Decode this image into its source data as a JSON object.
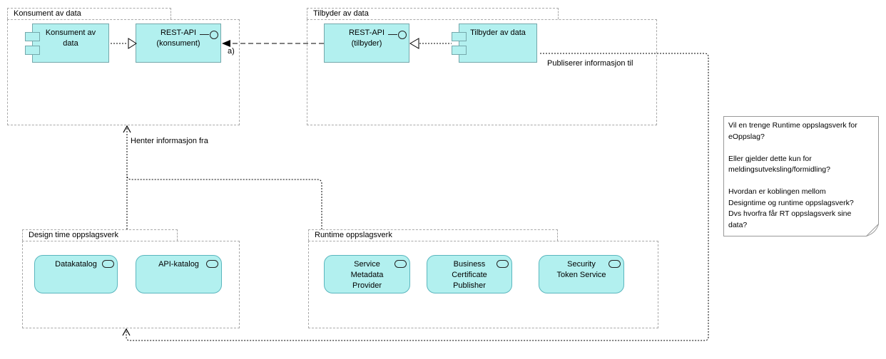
{
  "colors": {
    "element-fill": "#b2f0ef",
    "element-border": "#74a8ab",
    "service-border": "#5ab6be",
    "group-border": "#a9a9a9",
    "note-border": "#999999",
    "connector": "#000000",
    "text-color": "#000000",
    "canvas-bg": "#ffffff"
  },
  "groups": {
    "konsument": {
      "title": "Konsument av data"
    },
    "tilbyder": {
      "title": "Tilbyder av data"
    },
    "designtime": {
      "title": "Design time oppslagsverk"
    },
    "runtime": {
      "title": "Runtime oppslagsverk"
    }
  },
  "components": {
    "konsument_app": {
      "label": "Konsument av\ndata"
    },
    "rest_api_konsument": {
      "label": "REST-API\n(konsument)"
    },
    "rest_api_tilbyder": {
      "label": "REST-API\n(tilbyder)"
    },
    "tilbyder_app": {
      "label": "Tilbyder av data"
    },
    "datakatalog": {
      "label": "Datakatalog"
    },
    "api_katalog": {
      "label": "API-katalog"
    },
    "service_metadata_provider": {
      "label": "Service\nMetadata\nProvider"
    },
    "business_certificate_publisher": {
      "label": "Business\nCertificate\nPublisher"
    },
    "security_token_service": {
      "label": "Security\nToken Service"
    }
  },
  "connections": {
    "a_label": "a)",
    "publiserer_label": "Publiserer informasjon til",
    "henter_label": "Henter informasjon fra"
  },
  "note": {
    "text": "Vil en trenge Runtime oppslagsverk for\neOppslag?\n\nEller gjelder dette kun for\nmeldingsutveksling/formidling?\n\nHvordan er koblingen mellom\nDesigntime og runtime oppslagsverk?\nDvs hvorfra får RT oppslagsverk sine\ndata?"
  }
}
